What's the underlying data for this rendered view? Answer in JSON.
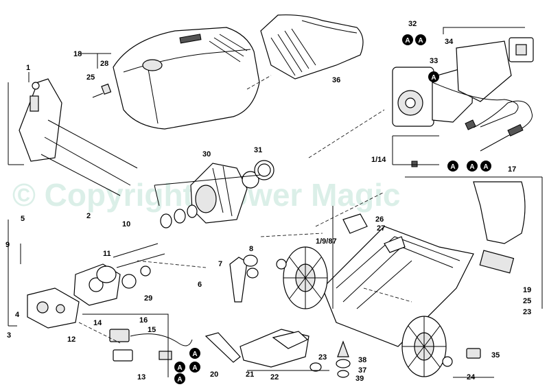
{
  "watermark": "© Copyright Mower Magic",
  "badge_letter": "A",
  "labels": {
    "p1": "1",
    "p2": "2",
    "p3": "3",
    "p4": "4",
    "p5": "5",
    "p6": "6",
    "p7": "7",
    "p8": "8",
    "p9": "9",
    "p10": "10",
    "p11": "11",
    "p12": "12",
    "p13": "13",
    "p14": "14",
    "p15": "15",
    "p16": "16",
    "p17": "17",
    "p18": "18",
    "p19": "19",
    "p20": "20",
    "p21": "21",
    "p22": "22",
    "p23a": "23",
    "p23b": "23",
    "p24": "24",
    "p25a": "25",
    "p25b": "25",
    "p26": "26",
    "p27": "27",
    "p28": "28",
    "p29": "29",
    "p30": "30",
    "p31": "31",
    "p32": "32",
    "p33": "33",
    "p34": "34",
    "p35": "35",
    "p36": "36",
    "p37": "37",
    "p38": "38",
    "p39": "39",
    "p114": "1/14",
    "p1987": "1/9/87"
  }
}
